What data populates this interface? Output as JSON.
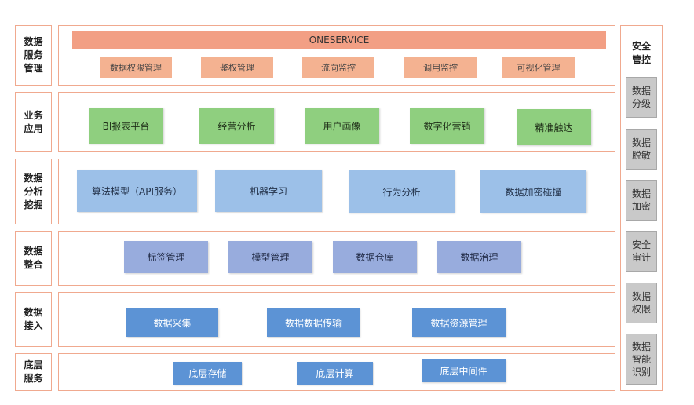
{
  "layers": [
    {
      "label": "数据\n服务\n管理",
      "banner": "ONESERVICE",
      "items": [
        "数据权限管理",
        "鉴权管理",
        "流向监控",
        "调用监控",
        "可视化管理"
      ]
    },
    {
      "label": "业务\n应用",
      "items": [
        "BI报表平台",
        "经营分析",
        "用户画像",
        "数字化营销",
        "精准触达"
      ]
    },
    {
      "label": "数据\n分析\n挖掘",
      "items": [
        "算法模型（API服务）",
        "机器学习",
        "行为分析",
        "数据加密碰撞"
      ]
    },
    {
      "label": "数据\n整合",
      "items": [
        "标签管理",
        "模型管理",
        "数据仓库",
        "数据治理"
      ]
    },
    {
      "label": "数据\n接入",
      "items": [
        "数据采集",
        "数据数据传输",
        "数据资源管理"
      ]
    },
    {
      "label": "底层\n服务",
      "items": [
        "底层存储",
        "底层计算",
        "底层中间件"
      ]
    }
  ],
  "security": {
    "title": "安全\n管控",
    "items": [
      "数据\n分级",
      "数据\n脱敏",
      "数据\n加密",
      "安全\n审计",
      "数据\n权限",
      "数据\n智能\n识别"
    ]
  },
  "colors": {
    "frame_border": "#f0a98f",
    "banner": "#f29f84",
    "service_items": "#f4b291",
    "business": "#8fcf7f",
    "analysis": "#9cc0e8",
    "integration": "#98acdd",
    "access_and_base": "#5c93d5",
    "security_items": "#c9c9c9"
  }
}
